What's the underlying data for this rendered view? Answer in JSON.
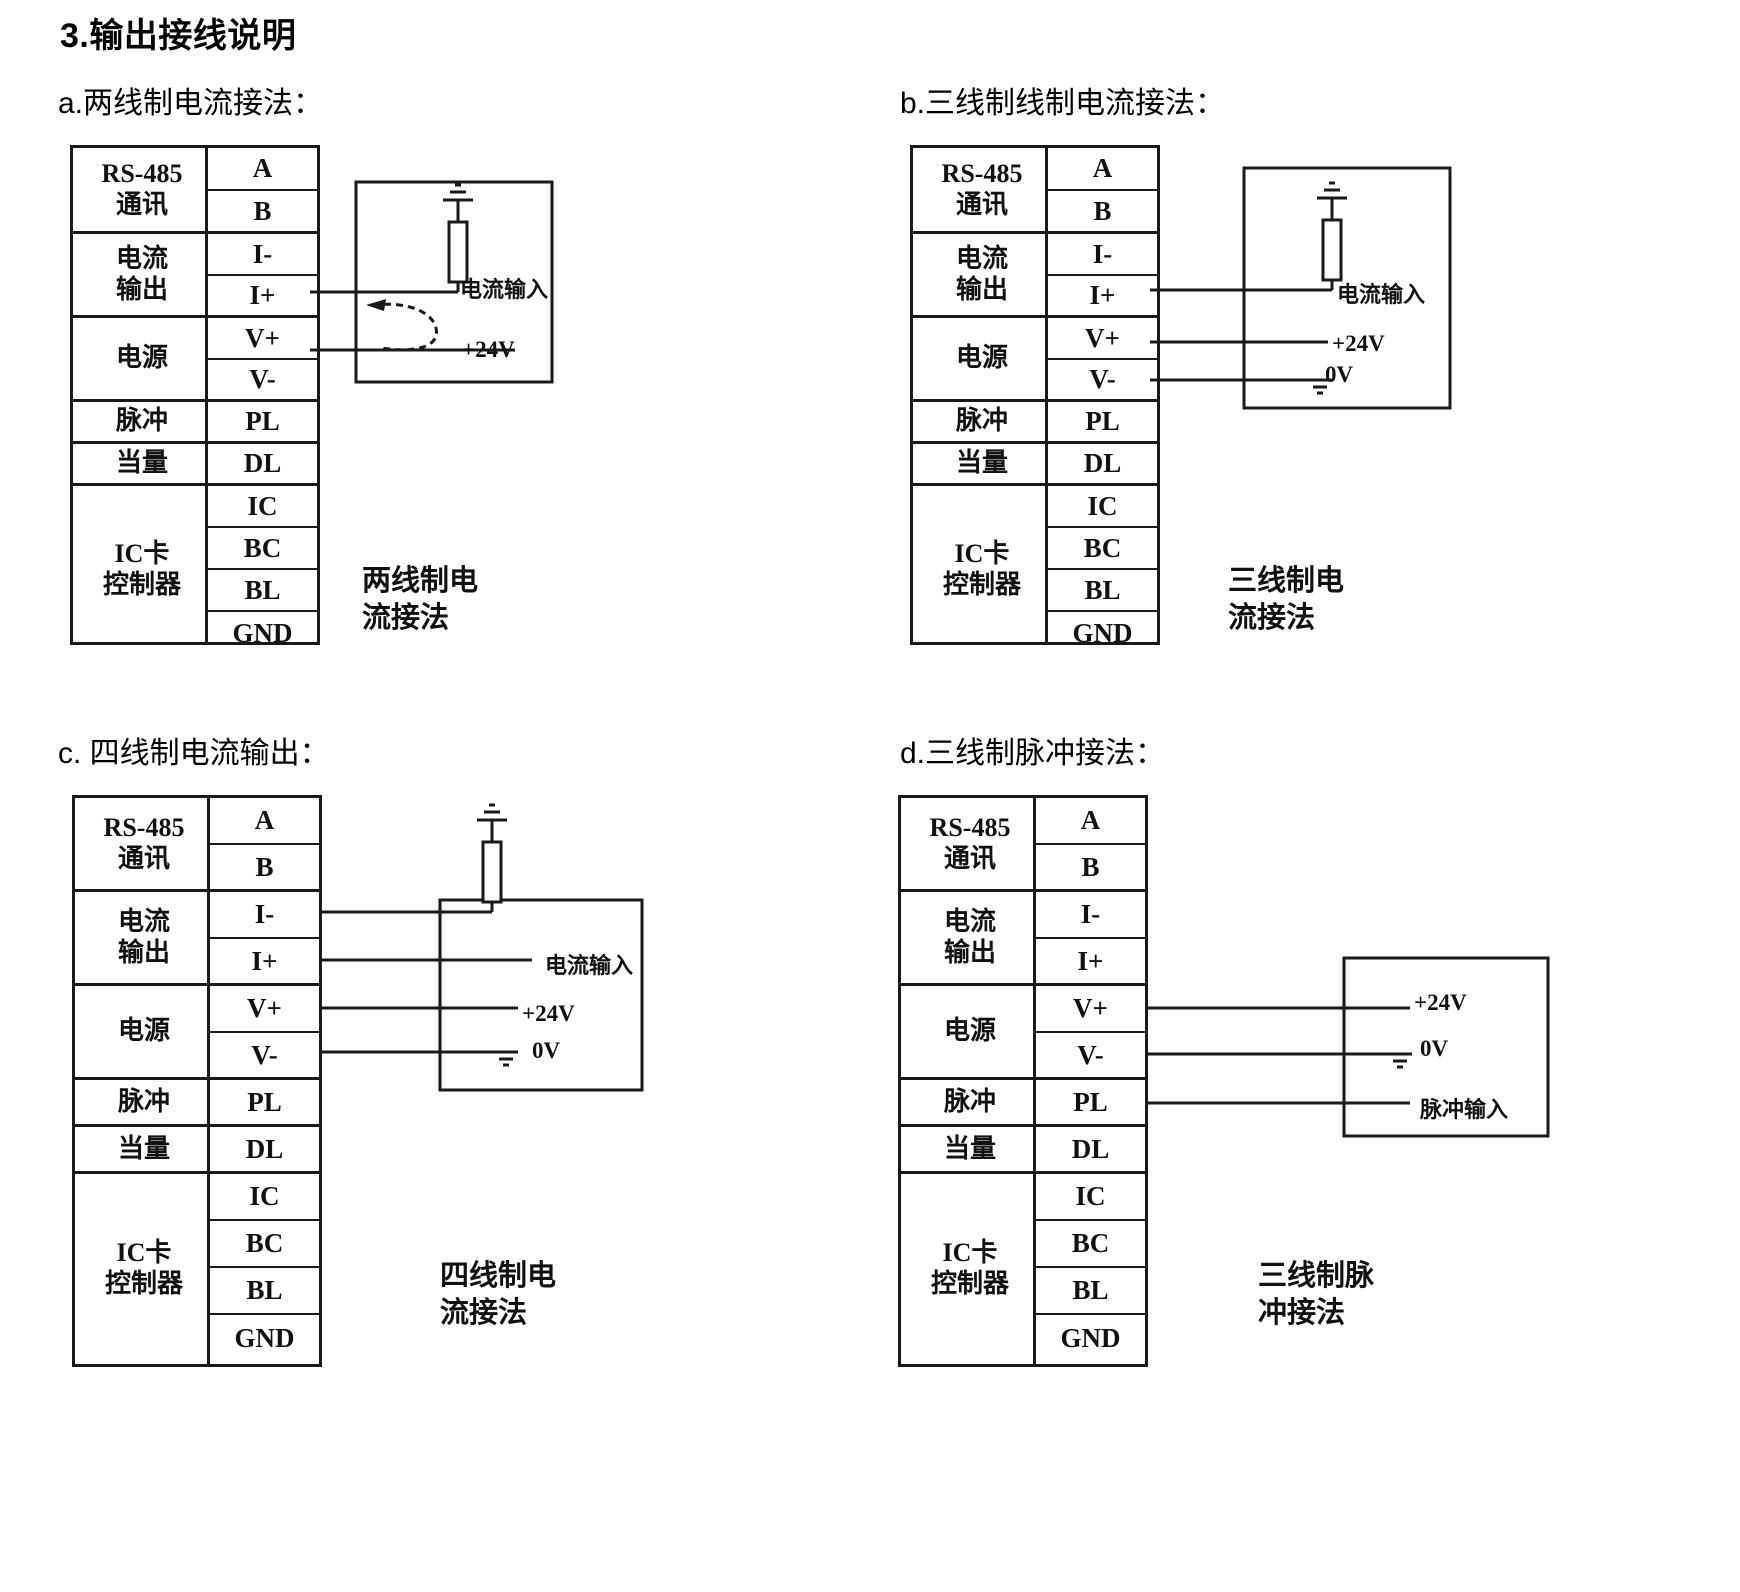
{
  "document": {
    "section_title": "3.输出接线说明"
  },
  "common": {
    "groups": [
      {
        "lines": [
          "RS-485",
          "通讯"
        ],
        "pins": [
          "A",
          "B"
        ]
      },
      {
        "lines": [
          "电流",
          "输出"
        ],
        "pins": [
          "I-",
          "I+"
        ]
      },
      {
        "lines": [
          "电源"
        ],
        "pins": [
          "V+",
          "V-"
        ]
      },
      {
        "lines": [
          "脉冲"
        ],
        "pins": [
          "PL"
        ]
      },
      {
        "lines": [
          "当量"
        ],
        "pins": [
          "DL"
        ]
      },
      {
        "lines": [
          "IC卡",
          "控制器"
        ],
        "pins": [
          "IC",
          "BC",
          "BL",
          "GND"
        ]
      }
    ],
    "labels": {
      "current_input": "电流输入",
      "pulse_input": "脉冲输入",
      "v24": "+24V",
      "v0": "0V"
    },
    "icons": {
      "resistor": "resistor-icon",
      "ground": "ground-icon",
      "current_arrow": "current-loop-arrow-icon"
    }
  },
  "diagrams": [
    {
      "id": "a",
      "title": "a.两线制电流接法：",
      "caption_lines": [
        "两线制电",
        "流接法"
      ],
      "wire_labels": [
        "电流输入",
        "+24V"
      ],
      "connected_pins": [
        "I+",
        "V+"
      ]
    },
    {
      "id": "b",
      "title": "b.三线制线制电流接法：",
      "caption_lines": [
        "三线制电",
        "流接法"
      ],
      "wire_labels": [
        "电流输入",
        "+24V",
        "0V"
      ],
      "connected_pins": [
        "I+",
        "V+",
        "V-"
      ]
    },
    {
      "id": "c",
      "title": "c. 四线制电流输出：",
      "caption_lines": [
        "四线制电",
        "流接法"
      ],
      "wire_labels": [
        "电流输入",
        "+24V",
        "0V"
      ],
      "connected_pins": [
        "I-",
        "I+",
        "V+",
        "V-"
      ]
    },
    {
      "id": "d",
      "title": "d.三线制脉冲接法：",
      "caption_lines": [
        "三线制脉",
        "冲接法"
      ],
      "wire_labels": [
        "+24V",
        "0V",
        "脉冲输入"
      ],
      "connected_pins": [
        "V+",
        "V-",
        "PL"
      ]
    }
  ]
}
